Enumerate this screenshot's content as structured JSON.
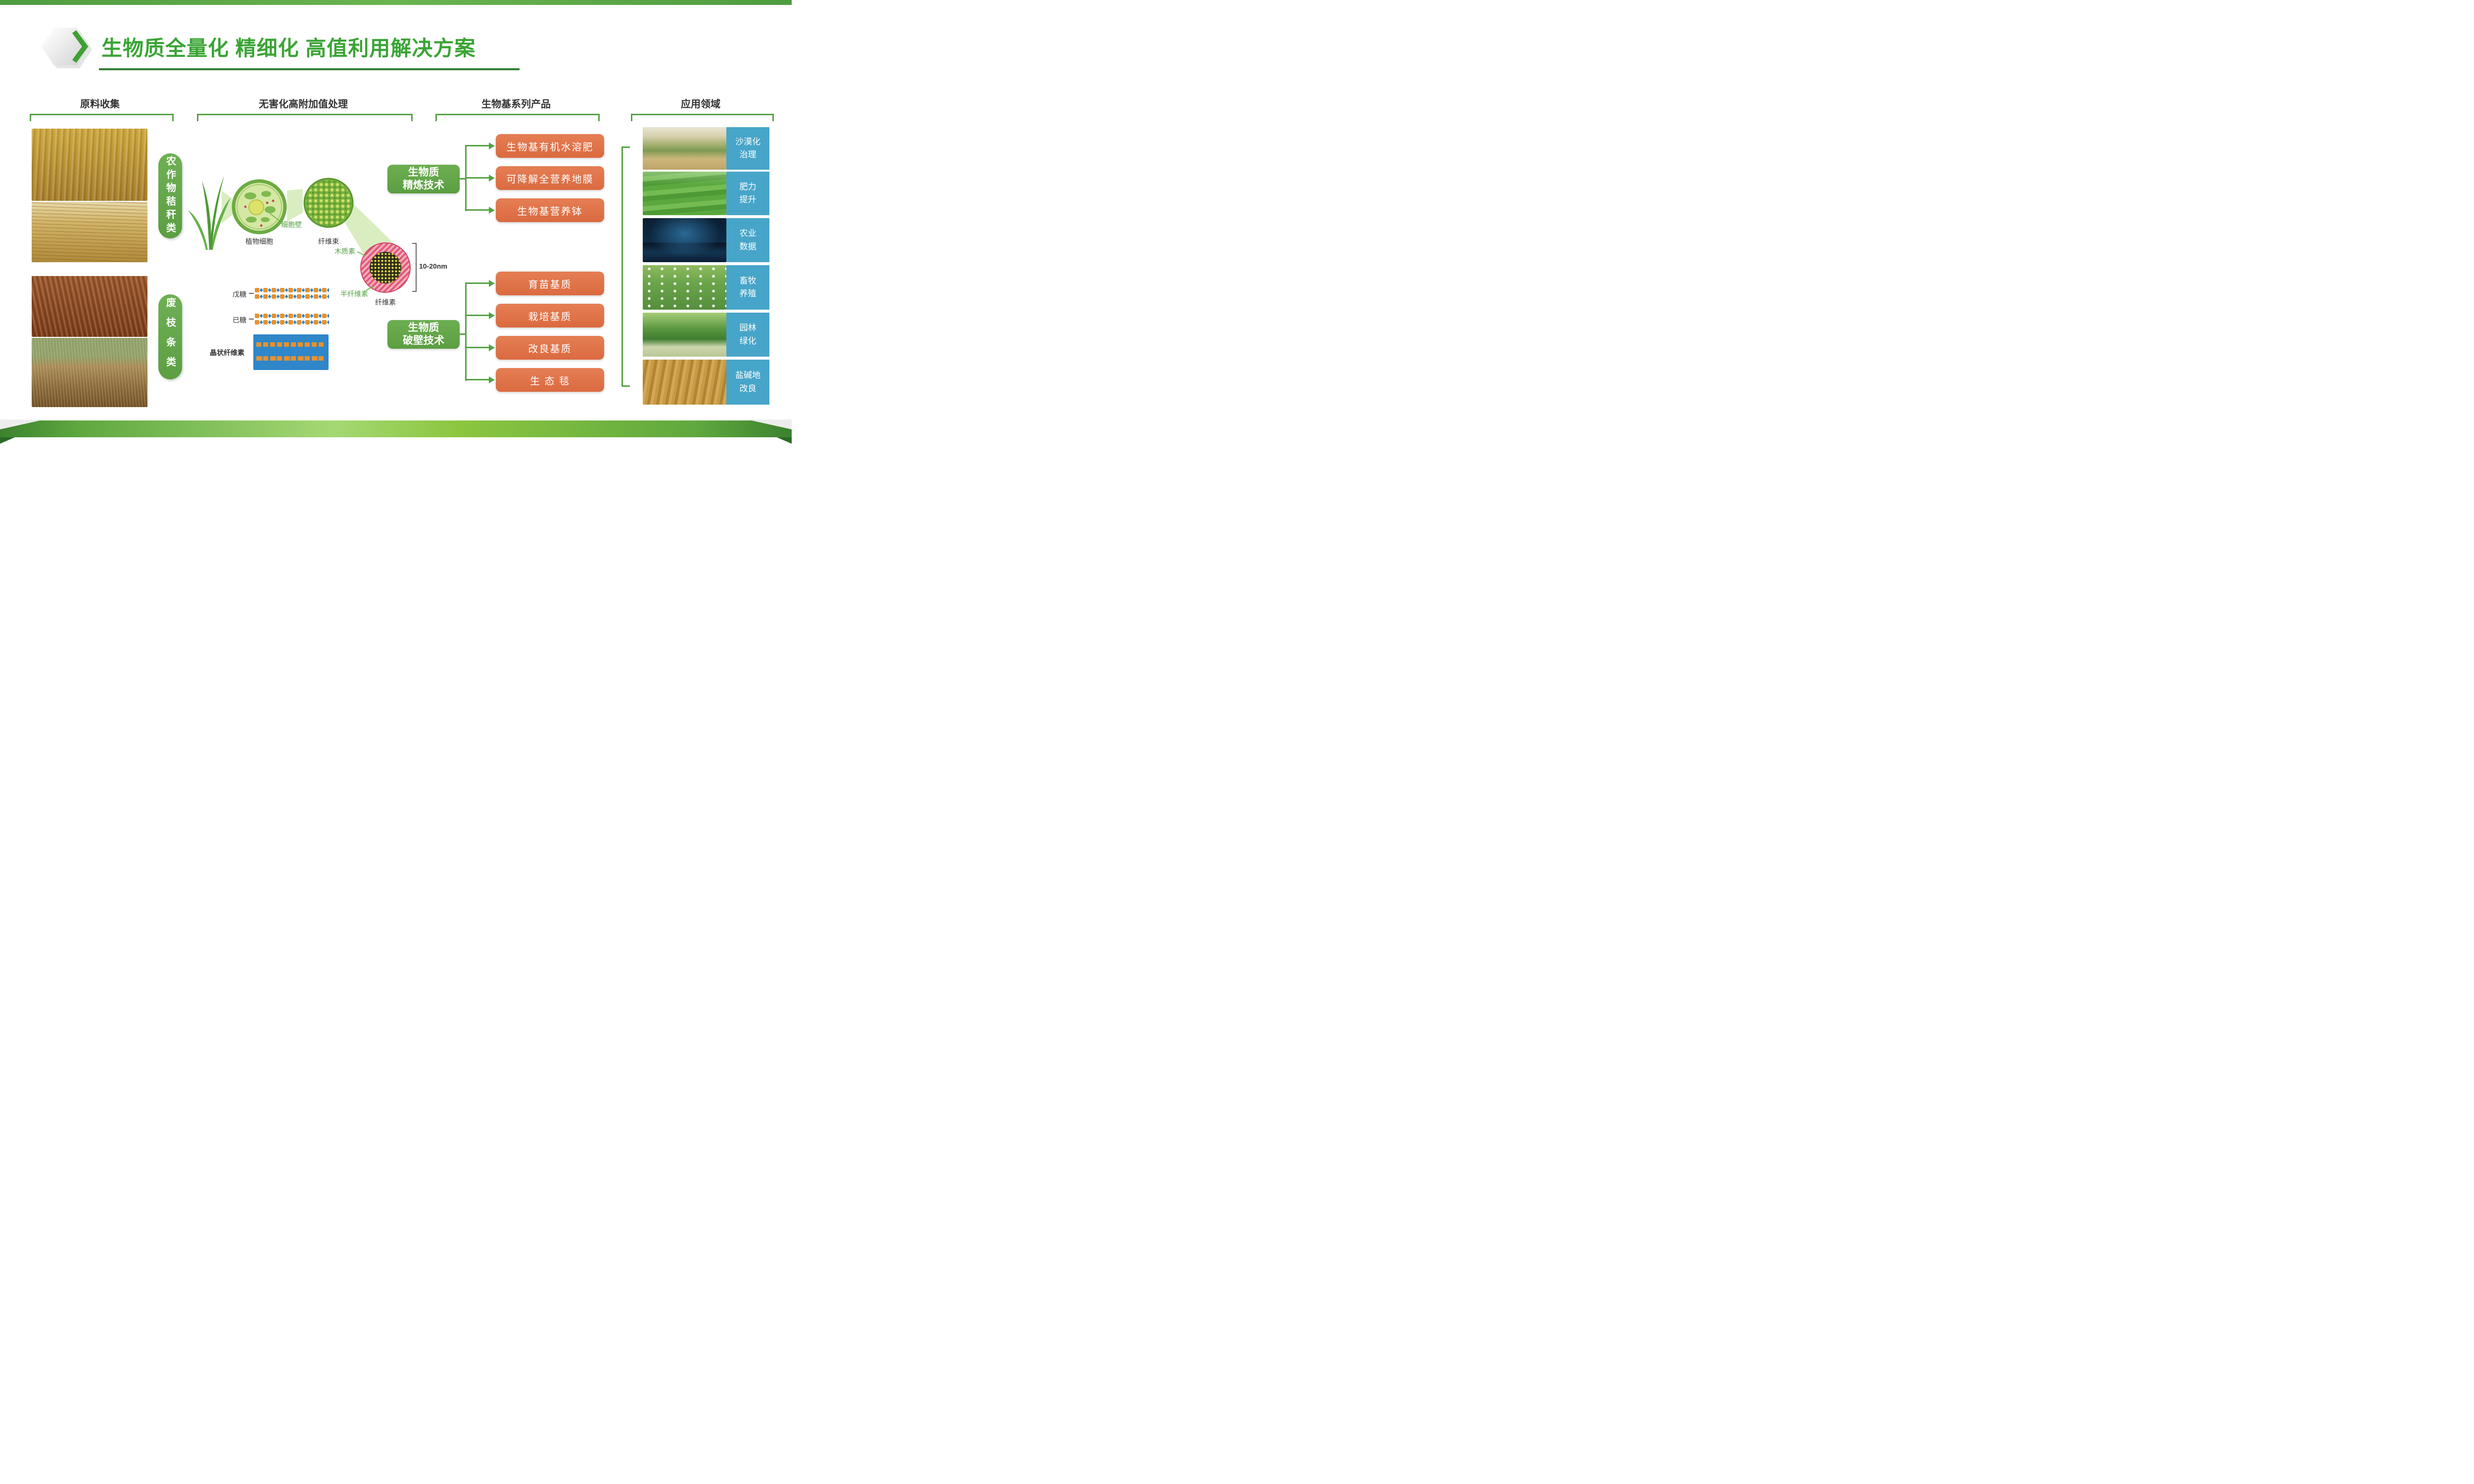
{
  "title": "生物质全量化 精细化 高值利用解决方案",
  "colors": {
    "accent_green": "#55a245",
    "dark_green": "#2e7d32",
    "title_green": "#3aa435",
    "pill_green": "#66a94c",
    "tech_box_green": "#64a84c",
    "product_orange": "#e0714a",
    "application_blue": "#47a5c9"
  },
  "collection": {
    "header": "原料收集",
    "groups": [
      {
        "label": "农作物秸秆类"
      },
      {
        "label": "废枝条类"
      }
    ],
    "photos": [
      "corn-stalk-field",
      "straw-bales",
      "red-twig-pile",
      "pruned-branch-rows"
    ]
  },
  "processing": {
    "header": "无害化高附加值处理",
    "labels": {
      "plant_cell": "植物细胞",
      "cell_wall": "细胞壁",
      "fiber_bundle": "纤维束",
      "lignin": "木质素",
      "hemicellulose": "半纤维素",
      "cellulose": "纤维素",
      "scale": "10-20nm",
      "pentose": "戊糖",
      "hexose": "已糖",
      "crystalline_cellulose": "晶状纤维素"
    }
  },
  "products": {
    "header": "生物基系列产品",
    "groups": [
      {
        "tech": "生物质\n精炼技术",
        "items": [
          "生物基有机水溶肥",
          "可降解全营养地膜",
          "生物基营养钵"
        ]
      },
      {
        "tech": "生物质\n破壁技术",
        "items": [
          "育苗基质",
          "栽培基质",
          "改良基质",
          "生 态 毯"
        ]
      }
    ]
  },
  "applications": {
    "header": "应用领域",
    "items": [
      {
        "label": "沙漠化\n治理",
        "photo": "desertification-control"
      },
      {
        "label": "肥力\n提升",
        "photo": "vegetable-field"
      },
      {
        "label": "农业\n数据",
        "photo": "agriculture-data-center"
      },
      {
        "label": "畜牧\n养殖",
        "photo": "sheep-grazing"
      },
      {
        "label": "园林\n绿化",
        "photo": "garden-greening"
      },
      {
        "label": "盐碱地\n改良",
        "photo": "plowed-saline-field"
      }
    ]
  }
}
